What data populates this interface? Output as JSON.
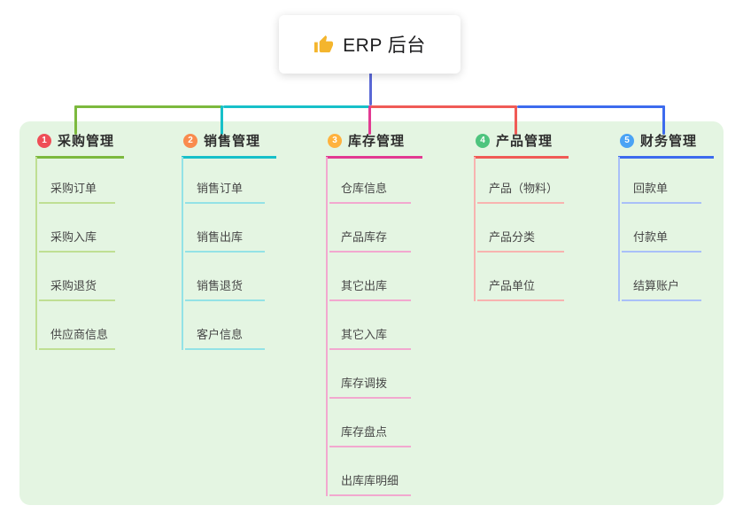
{
  "root": {
    "label": "ERP 后台",
    "icon": "thumbs-up-icon",
    "icon_color": "#f4b52d"
  },
  "canvas": {
    "background": "#e4f5e2"
  },
  "connector": {
    "stem_color": "#5a68d6"
  },
  "branches": [
    {
      "badge": "1",
      "badge_color": "#ef4e57",
      "label": "采购管理",
      "color": "#7cb93e",
      "light_color": "#bfdf93",
      "children": [
        "采购订单",
        "采购入库",
        "采购退货",
        "供应商信息"
      ]
    },
    {
      "badge": "2",
      "badge_color": "#f98b4e",
      "label": "销售管理",
      "color": "#17c0c9",
      "light_color": "#93e2e6",
      "children": [
        "销售订单",
        "销售出库",
        "销售退货",
        "客户信息"
      ]
    },
    {
      "badge": "3",
      "badge_color": "#ffb23e",
      "label": "库存管理",
      "color": "#e23a92",
      "light_color": "#f2a8cf",
      "children": [
        "仓库信息",
        "产品库存",
        "其它出库",
        "其它入库",
        "库存调拨",
        "库存盘点",
        "出库库明细"
      ]
    },
    {
      "badge": "4",
      "badge_color": "#4ec47e",
      "label": "产品管理",
      "color": "#f05b56",
      "light_color": "#f8b3b0",
      "children": [
        "产品（物料）",
        "产品分类",
        "产品单位"
      ]
    },
    {
      "badge": "5",
      "badge_color": "#4aa3f5",
      "label": "财务管理",
      "color": "#3d6bee",
      "light_color": "#a9c0f8",
      "children": [
        "回款单",
        "付款单",
        "结算账户"
      ]
    }
  ]
}
